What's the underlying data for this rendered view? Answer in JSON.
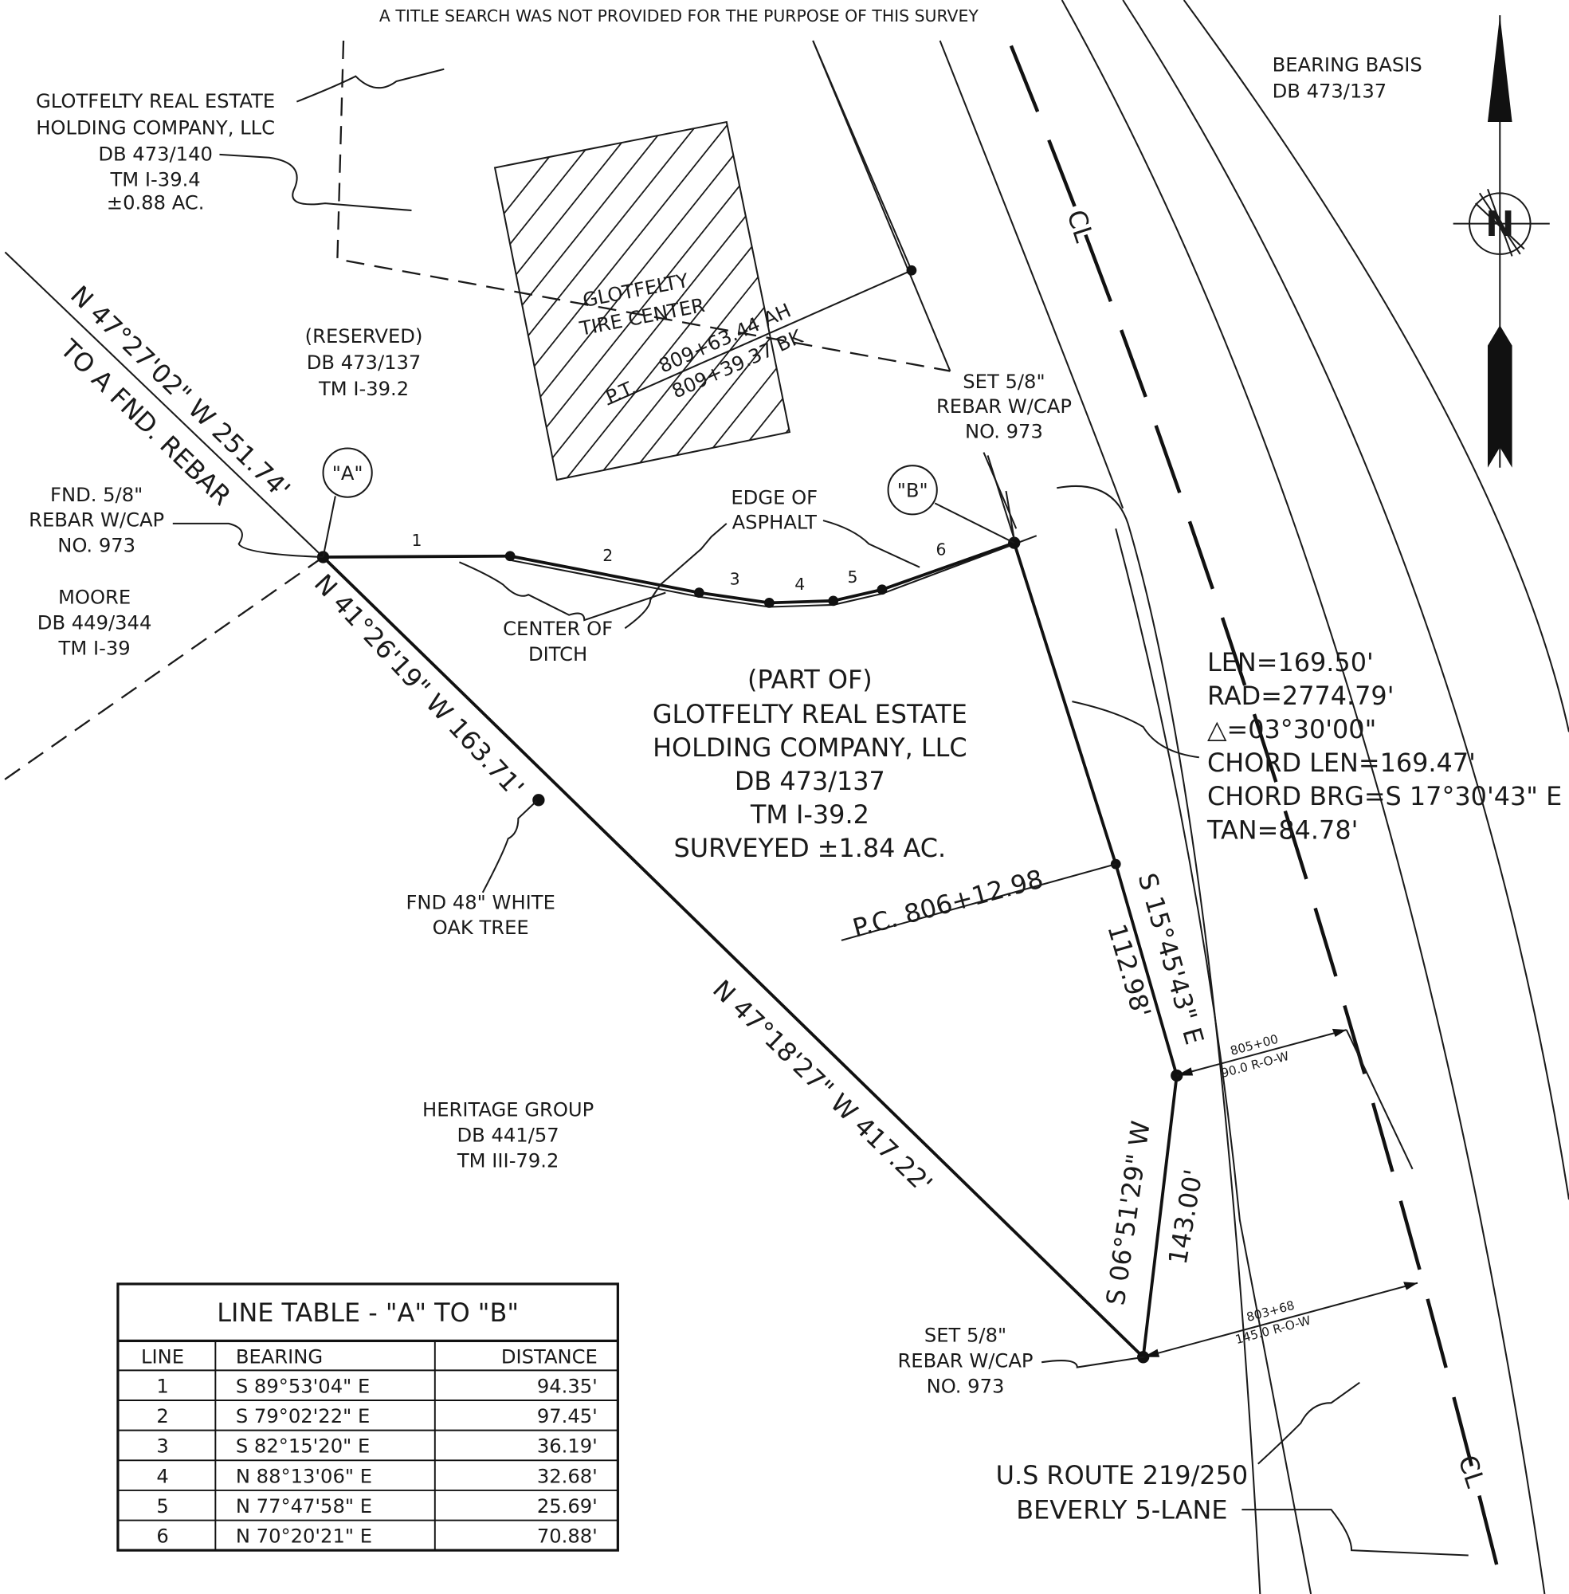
{
  "notes": {
    "title_search": "A TITLE SEARCH WAS NOT PROVIDED FOR THE PURPOSE OF THIS SURVEY",
    "bearing_basis": [
      "BEARING BASIS",
      "DB 473/137"
    ]
  },
  "adjoiners": {
    "glotfelty_north": [
      "GLOTFELTY REAL ESTATE",
      "HOLDING COMPANY, LLC",
      "DB 473/140",
      "TM I-39.4",
      "±0.88 AC."
    ],
    "reserved": [
      "(RESERVED)",
      "DB 473/137",
      "TM I-39.2"
    ],
    "moore": [
      "MOORE",
      "DB 449/344",
      "TM I-39"
    ],
    "heritage": [
      "HERITAGE GROUP",
      "DB 441/57",
      "TM III-79.2"
    ]
  },
  "subject_parcel": [
    "(PART OF)",
    "GLOTFELTY REAL ESTATE",
    "HOLDING COMPANY, LLC",
    "DB 473/137",
    "TM I-39.2",
    "SURVEYED ±1.84 AC."
  ],
  "building": [
    "GLOTFELTY",
    "TIRE CENTER"
  ],
  "points": {
    "a": "\"A\"",
    "b": "\"B\"",
    "fnd_rebar": [
      "FND. 5/8\"",
      "REBAR W/CAP",
      "NO. 973"
    ],
    "set_rebar_north": [
      "SET 5/8\"",
      "REBAR W/CAP",
      "NO. 973"
    ],
    "set_rebar_south": [
      "SET 5/8\"",
      "REBAR W/CAP",
      "NO. 973"
    ],
    "oak_tree": [
      "FND 48\" WHITE",
      "OAK TREE"
    ]
  },
  "features": {
    "edge_asphalt": [
      "EDGE OF",
      "ASPHALT"
    ],
    "center_ditch": [
      "CENTER OF",
      "DITCH"
    ],
    "segment_numbers": [
      "1",
      "2",
      "3",
      "4",
      "5",
      "6"
    ],
    "centerline_symbol": "CL",
    "road": [
      "U.S ROUTE 219/250",
      "BEVERLY 5-LANE"
    ]
  },
  "calls": {
    "nw_line": "N 47°27'02\" W 251.74'",
    "nw_line_note": "TO A FND. REBAR",
    "a_to_tree": "N 41°26'19\" W 163.71'",
    "long_line": "N 47°18'27\" W 417.22'",
    "east_bearing": "S 15°45'43\" E",
    "east_distance": "112.98'",
    "south_bearing": "S 06°51'29\" W",
    "south_distance": "143.00'"
  },
  "stations": {
    "pt_label": "P.T.",
    "pt_ah": "809+63.44  AH",
    "pt_bk": "809+39.37  BK",
    "pc": "P.C. 806+12.98",
    "sta_805": "805+00",
    "row_90": "90.0 R-O-W",
    "sta_803": "803+68",
    "row_145": "145.0 R-O-W"
  },
  "curve": [
    "LEN=169.50'",
    "RAD=2774.79'",
    "△=03°30'00\"",
    "CHORD LEN=169.47'",
    "CHORD BRG=S 17°30'43\" E",
    "TAN=84.78'"
  ],
  "line_table": {
    "title": "LINE TABLE - \"A\" TO \"B\"",
    "headers": [
      "LINE",
      "BEARING",
      "DISTANCE"
    ],
    "rows": [
      {
        "line": "1",
        "bearing": "S 89°53'04\" E",
        "distance": "94.35'"
      },
      {
        "line": "2",
        "bearing": "S 79°02'22\" E",
        "distance": "97.45'"
      },
      {
        "line": "3",
        "bearing": "S 82°15'20\" E",
        "distance": "36.19'"
      },
      {
        "line": "4",
        "bearing": "N 88°13'06\" E",
        "distance": "32.68'"
      },
      {
        "line": "5",
        "bearing": "N 77°47'58\" E",
        "distance": "25.69'"
      },
      {
        "line": "6",
        "bearing": "N 70°20'21\" E",
        "distance": "70.88'"
      }
    ]
  }
}
